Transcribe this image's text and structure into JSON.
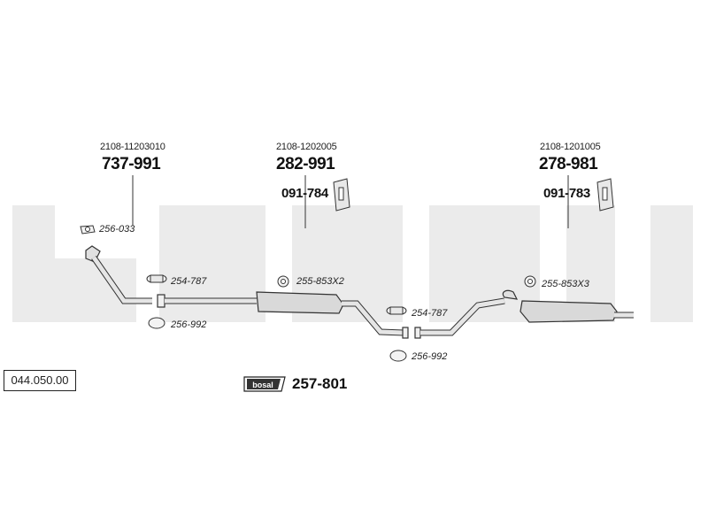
{
  "catalog_number": "044.050.00",
  "watermark": "bosal",
  "groups": [
    {
      "oem": "2108-11203010",
      "part": "737-991"
    },
    {
      "oem": "2108-1202005",
      "part": "282-991",
      "hanger": "091-784"
    },
    {
      "oem": "2108-1201005",
      "part": "278-981",
      "hanger": "091-783"
    }
  ],
  "fittings": [
    {
      "code": "256-033"
    },
    {
      "code": "254-787"
    },
    {
      "code": "256-992"
    },
    {
      "code": "255-853X2"
    },
    {
      "code": "254-787"
    },
    {
      "code": "256-992"
    },
    {
      "code": "255-853X3"
    }
  ],
  "kit": {
    "badge": "bosal",
    "code": "257-801"
  },
  "colors": {
    "watermark": "#ebebeb",
    "line": "#333333",
    "part_fill": "#d9d9d9"
  }
}
